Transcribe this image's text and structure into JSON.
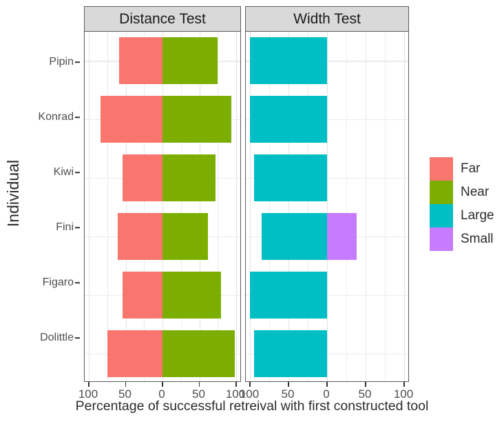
{
  "chart_data": {
    "type": "bar",
    "orientation": "horizontal",
    "stacked": true,
    "title": "",
    "xlabel": "Percentage of successful retreival with first constructed tool",
    "ylabel": "Individual",
    "categories": [
      "Pipin",
      "Konrad",
      "Kiwi",
      "Fini",
      "Figaro",
      "Dolittle"
    ],
    "grid": true,
    "legend_position": "right",
    "legend": [
      "Far",
      "Near",
      "Large",
      "Small"
    ],
    "colors": {
      "Far": "#F8766D",
      "Near": "#7CAE00",
      "Large": "#00BFC4",
      "Small": "#C77CFF",
      "strip_background": "#D9D9D9",
      "panel_border": "#5A5A5A",
      "gridline": "#EBEBEB"
    },
    "facets": [
      {
        "name": "Distance Test",
        "axis": {
          "ticks": [
            100,
            50,
            0,
            50,
            100
          ],
          "tick_labels": [
            "100",
            "50",
            "0",
            "50",
            "100"
          ],
          "left_max": 100,
          "right_max": 100,
          "left_series": "Far",
          "right_series": "Near"
        },
        "series": [
          {
            "name": "Far",
            "direction": "left",
            "values": [
              59,
              84,
              54,
              61,
              54,
              75
            ]
          },
          {
            "name": "Near",
            "direction": "right",
            "values": [
              75,
              93,
              72,
              62,
              79,
              98
            ]
          }
        ]
      },
      {
        "name": "Width Test",
        "axis": {
          "ticks": [
            100,
            50,
            0,
            50,
            100
          ],
          "tick_labels": [
            "100",
            "50",
            "0",
            "50",
            "100"
          ],
          "left_max": 100,
          "right_max": 100,
          "left_series": "Large",
          "right_series": "Small"
        },
        "series": [
          {
            "name": "Large",
            "direction": "left",
            "values": [
              100,
              100,
              95,
              85,
              100,
              95
            ]
          },
          {
            "name": "Small",
            "direction": "right",
            "values": [
              0,
              0,
              0,
              38,
              0,
              0
            ]
          }
        ]
      }
    ]
  },
  "axis": {
    "y_title": "Individual",
    "x_title": "Percentage of successful retreival with first constructed tool"
  },
  "panels": {
    "distance": {
      "title": "Distance Test"
    },
    "width": {
      "title": "Width Test"
    }
  },
  "legend": {
    "items": [
      {
        "label": "Far",
        "color": "#F8766D"
      },
      {
        "label": "Near",
        "color": "#7CAE00"
      },
      {
        "label": "Large",
        "color": "#00BFC4"
      },
      {
        "label": "Small",
        "color": "#C77CFF"
      }
    ]
  }
}
